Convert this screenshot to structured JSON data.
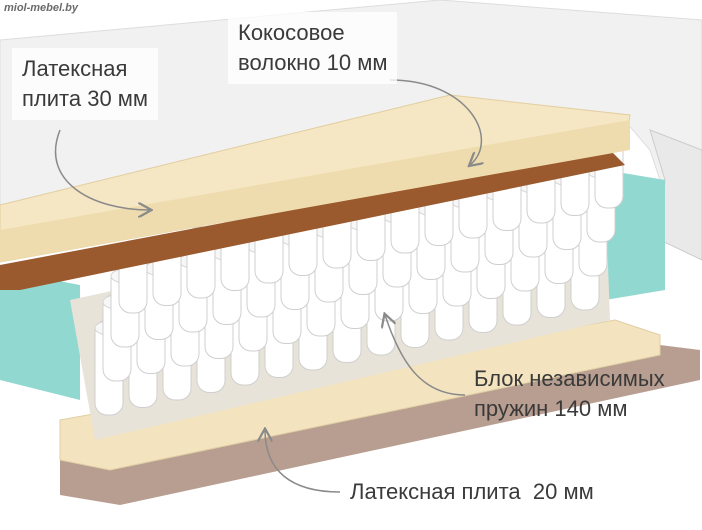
{
  "watermark": "miol-mebel.by",
  "labels": {
    "top_latex": [
      "Латексная",
      "плита 30 мм"
    ],
    "coconut": [
      "Кокосовое",
      "волокно 10 мм"
    ],
    "springs": [
      "Блок независимых",
      "пружин 140 мм"
    ],
    "bottom_latex": "Латексная плита  20 мм"
  },
  "colors": {
    "cover": "#f2f2f2",
    "latex": "#f5e6c4",
    "coconut": "#9a5a2e",
    "foam_side": "#8fd8d2",
    "base": "#b59a8c",
    "spring": "#ffffff",
    "arrow": "#8a8a8a"
  }
}
